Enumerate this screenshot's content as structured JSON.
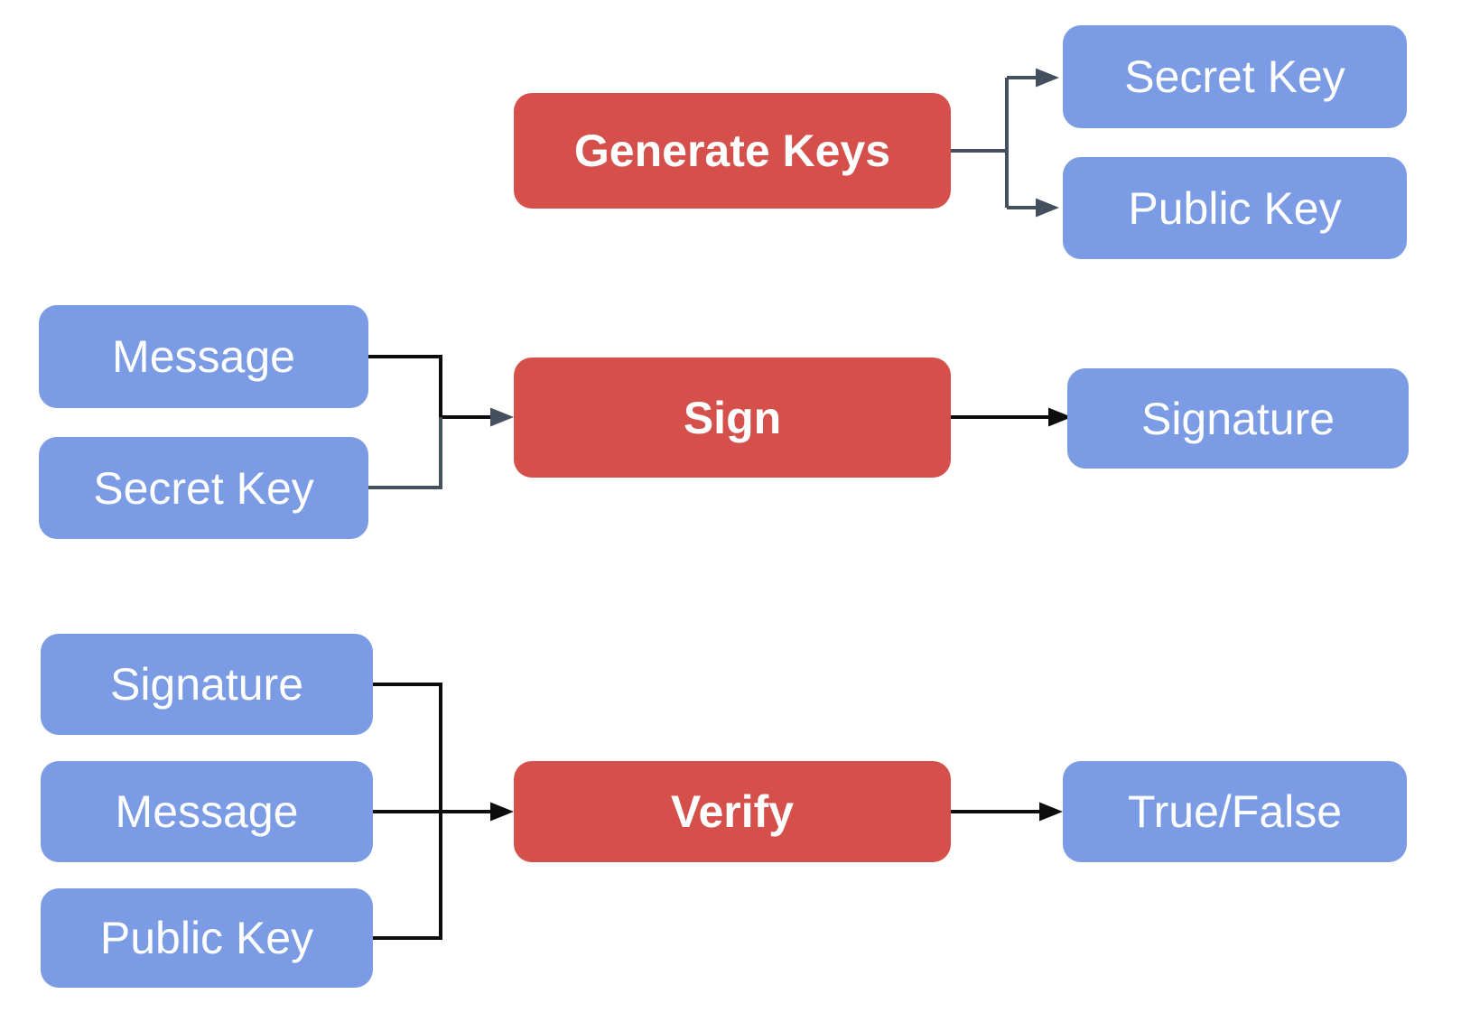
{
  "colors": {
    "canvas_bg": "#ffffff",
    "process_fill": "#D5504A",
    "data_fill": "#7B9CE4",
    "label_text": "#ffffff",
    "connector_slate": "#45505E",
    "connector_black": "#0D0D0D"
  },
  "nodes": {
    "generate_keys": {
      "label": "Generate Keys",
      "type": "process"
    },
    "secret_key_out": {
      "label": "Secret Key",
      "type": "data"
    },
    "public_key_out": {
      "label": "Public Key",
      "type": "data"
    },
    "message_sign": {
      "label": "Message",
      "type": "data"
    },
    "secret_key_sign": {
      "label": "Secret Key",
      "type": "data"
    },
    "sign": {
      "label": "Sign",
      "type": "process"
    },
    "signature_out": {
      "label": "Signature",
      "type": "data"
    },
    "signature_verify": {
      "label": "Signature",
      "type": "data"
    },
    "message_verify": {
      "label": "Message",
      "type": "data"
    },
    "public_key_verify": {
      "label": "Public Key",
      "type": "data"
    },
    "verify": {
      "label": "Verify",
      "type": "process"
    },
    "true_false": {
      "label": "True/False",
      "type": "data"
    }
  }
}
